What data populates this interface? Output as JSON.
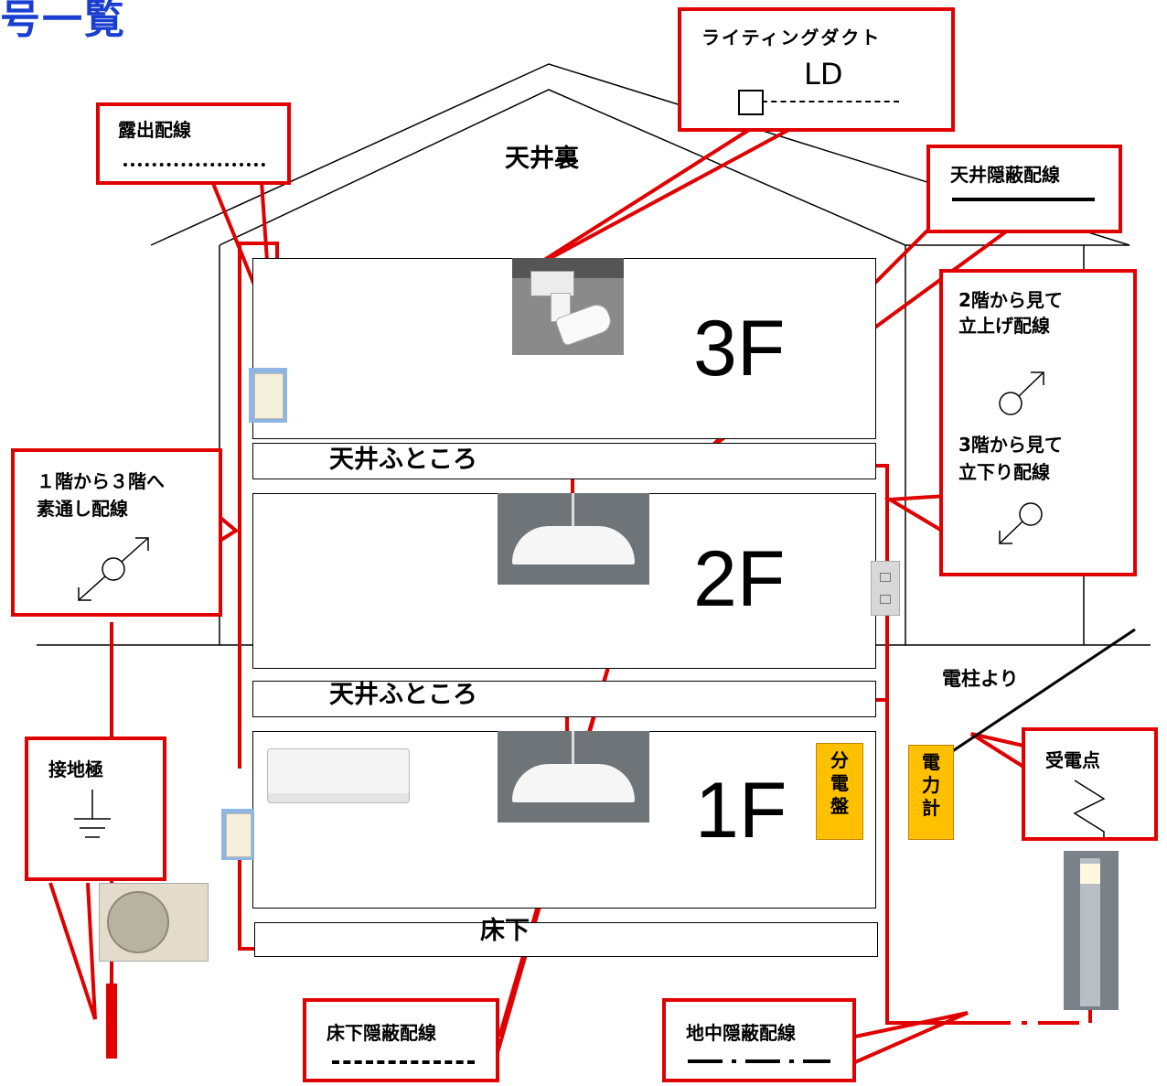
{
  "title": "号一覧",
  "floors": {
    "f3": "3F",
    "f2": "2F",
    "f1": "1F"
  },
  "spaces": {
    "attic": "天井裏",
    "ceiling_space_upper": "天井ふところ",
    "ceiling_space_lower": "天井ふところ",
    "underfloor": "床下",
    "from_pole": "電柱より"
  },
  "panels": {
    "distribution_board": [
      "分",
      "電",
      "盤"
    ],
    "power_meter": [
      "電",
      "力",
      "計"
    ]
  },
  "callouts": {
    "exposed_wiring": "露出配線",
    "lighting_duct": "ライティングダクト",
    "lighting_duct_symbol": "LD",
    "ceiling_concealed": "天井隠蔽配線",
    "riser_2f": [
      "2階から見て",
      "立上げ配線"
    ],
    "down_3f": [
      "3階から見て",
      "立下り配線"
    ],
    "through_wiring": [
      "１階から３階へ",
      "素通し配線"
    ],
    "ground_electrode": "接地極",
    "service_point": "受電点",
    "underfloor_concealed": "床下隠蔽配線",
    "underground_concealed": "地中隠蔽配線"
  },
  "colors": {
    "wiring": "#e00000",
    "title": "#1a3fd0",
    "panel": "#ffc000"
  }
}
